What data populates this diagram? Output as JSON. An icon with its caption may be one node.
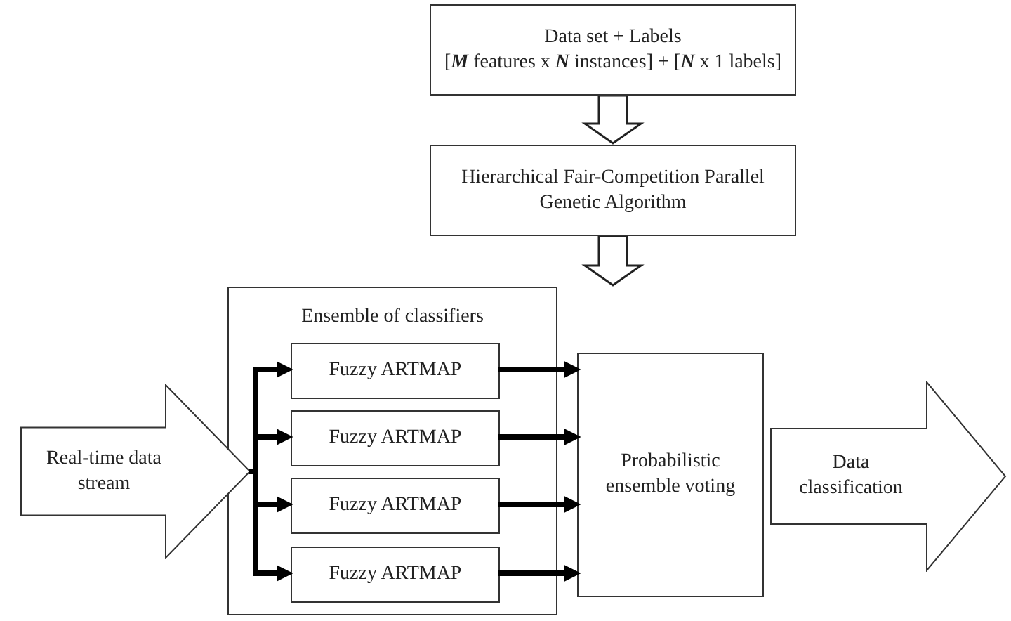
{
  "diagram": {
    "nodes": [
      {
        "text": [
          "Data set + Labels",
          "[**M** features x **N** instances] + [**N** x 1 labels]"
        ]
      },
      {
        "text": [
          "Hierarchical Fair-Competition Parallel Genetic Algorithm"
        ]
      },
      {
        "text": [
          "Ensemble of classifiers"
        ]
      },
      {
        "text": [
          "Fuzzy ARTMAP"
        ],
        "in": 2
      },
      {
        "text": [
          "Fuzzy ARTMAP"
        ],
        "in": 2
      },
      {
        "text": [
          "Fuzzy ARTMAP"
        ],
        "in": 2
      },
      {
        "text": [
          "Fuzzy ARTMAP"
        ],
        "in": 2
      },
      {
        "text": [
          "Probabilistic ensemble voting"
        ]
      },
      {
        "text": [
          "Real-time data stream"
        ]
      },
      {
        "text": [
          "Data classification"
        ]
      }
    ],
    "edges": [
      {
        "from": 0,
        "to": 1,
        "arrow": "to",
        "style": "thick"
      },
      {
        "from": 1,
        "to": 2,
        "arrow": "to",
        "style": "thick"
      },
      {
        "from": 8,
        "to": 3,
        "arrow": "to"
      },
      {
        "from": 8,
        "to": 4,
        "arrow": "to"
      },
      {
        "from": 8,
        "to": 5,
        "arrow": "to"
      },
      {
        "from": 8,
        "to": 6,
        "arrow": "to"
      },
      {
        "from": 3,
        "to": 7,
        "arrow": "to"
      },
      {
        "from": 4,
        "to": 7,
        "arrow": "to"
      },
      {
        "from": 5,
        "to": 7,
        "arrow": "to"
      },
      {
        "from": 6,
        "to": 7,
        "arrow": "to"
      }
    ]
  }
}
